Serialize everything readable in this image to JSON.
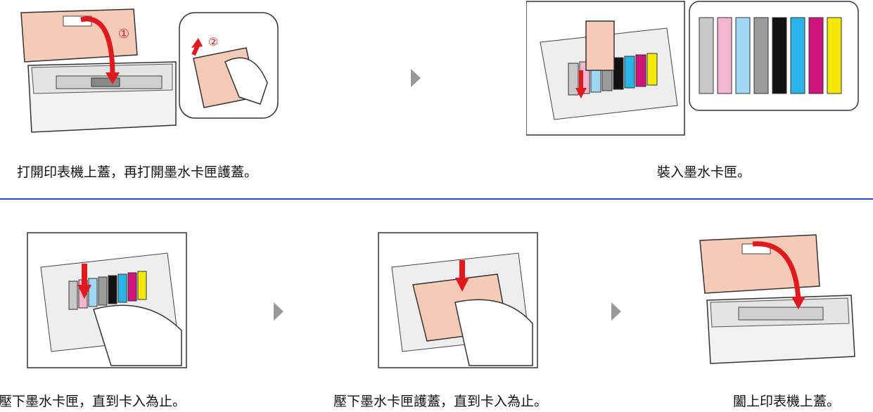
{
  "steps": [
    {
      "caption": "打開印表機上蓋，再打開墨水卡匣護蓋。",
      "callouts": [
        "①",
        "②"
      ]
    },
    {
      "caption": "裝入墨水卡匣。"
    },
    {
      "caption": "壓下墨水卡匣，直到卡入為止。"
    },
    {
      "caption": "壓下墨水卡匣護蓋，直到卡入為止。"
    },
    {
      "caption": "闔上印表機上蓋。"
    }
  ],
  "colors": {
    "divider": "#2e48d6",
    "arrow": "#999999",
    "cover": "#f5cbb8",
    "press_arrow": "#e0191f",
    "ink": [
      "#c8c8c8",
      "#f4b6cf",
      "#9fd8f0",
      "#9b9b9b",
      "#111111",
      "#2bb3e8",
      "#d0147c",
      "#f5e800"
    ]
  }
}
